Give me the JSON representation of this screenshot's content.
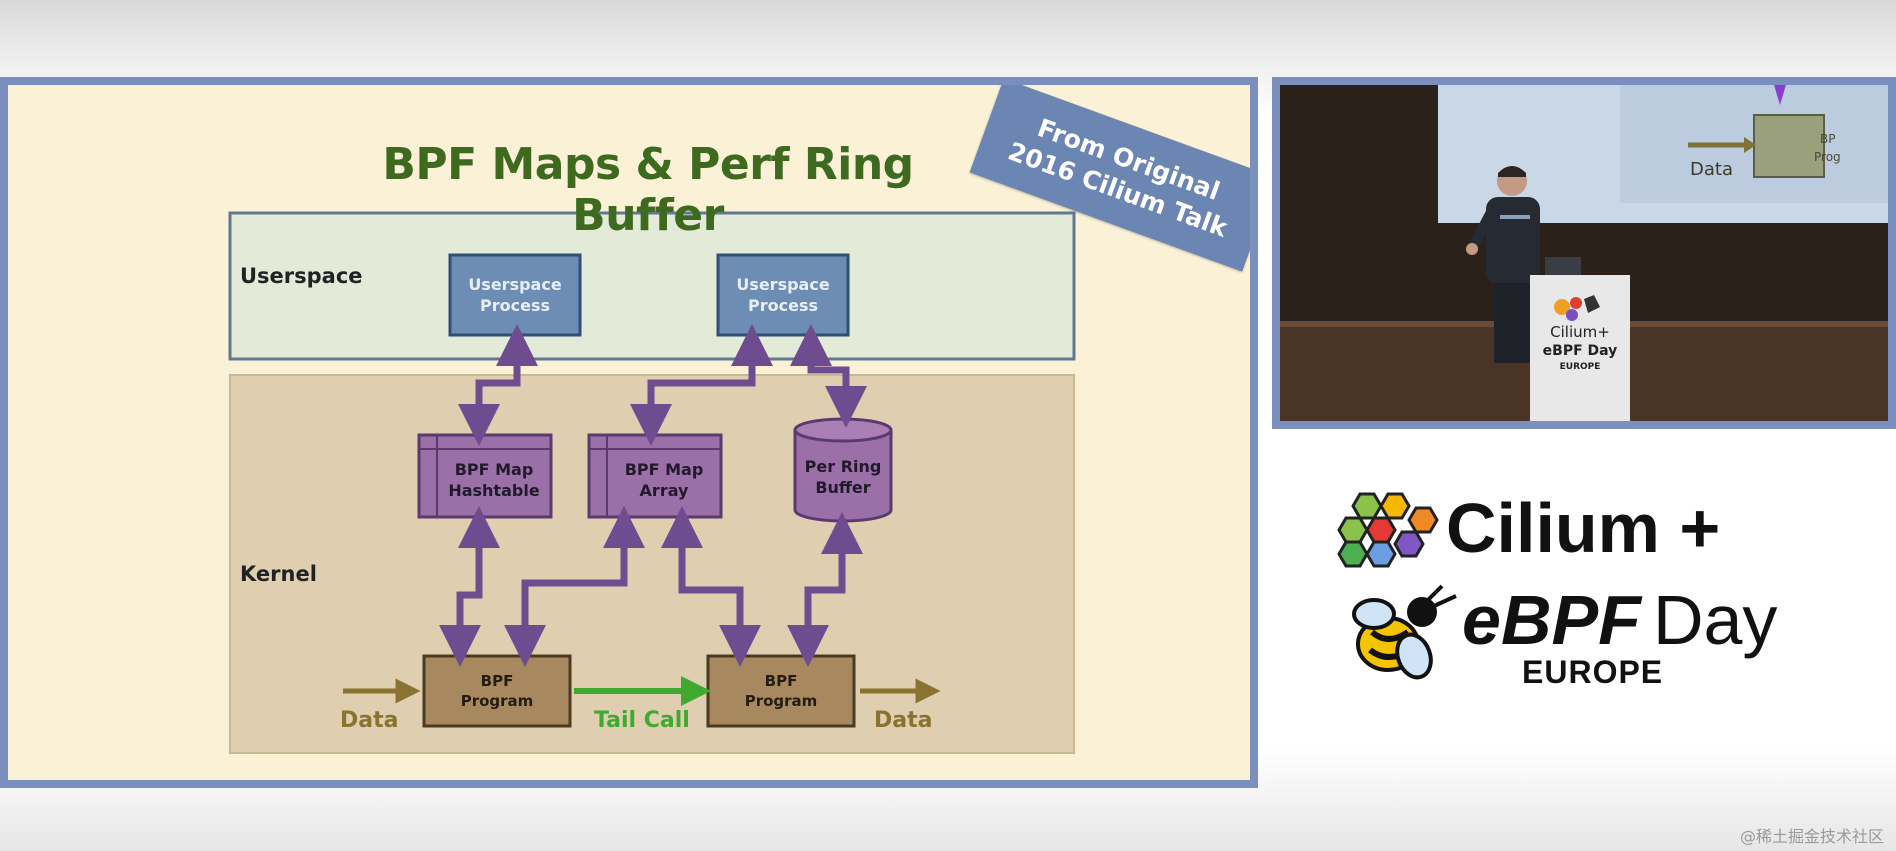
{
  "slide": {
    "title": "BPF Maps & Perf Ring Buffer",
    "ribbon_line1": "From Original",
    "ribbon_line2": "2016 Cilium Talk",
    "userspace_label": "Userspace",
    "kernel_label": "Kernel",
    "userspace_process_1": [
      "Userspace",
      "Process"
    ],
    "userspace_process_2": [
      "Userspace",
      "Process"
    ],
    "map_hashtable": [
      "BPF Map",
      "Hashtable"
    ],
    "map_array": [
      "BPF Map",
      "Array"
    ],
    "ring_buffer": [
      "Per Ring",
      "Buffer"
    ],
    "bpf_program_1": [
      "BPF",
      "Program"
    ],
    "bpf_program_2": [
      "BPF",
      "Program"
    ],
    "data_in_label": "Data",
    "tail_call_label": "Tail Call",
    "data_out_label": "Data"
  },
  "video": {
    "data_label": "Data",
    "podium_line1": "Cilium+",
    "podium_line2": "eBPF Day",
    "podium_line3": "EUROPE"
  },
  "event_logo": {
    "line1": "Cilium +",
    "line2_prefix": "e",
    "line2_bold": "BPF",
    "line2_suffix": "Day",
    "line3": "EUROPE"
  },
  "watermark": "@稀土掘金技术社区",
  "colors": {
    "slide_background": "#fbf1d7",
    "title_green": "#3d6a1f",
    "frame_blue": "#7b8fbf",
    "map_purple": "#9b6fa8",
    "arrow_purple": "#6f4b8f",
    "program_brown": "#a8895f",
    "data_gold": "#8a7230",
    "tail_call_green": "#3faa2f",
    "process_blue": "#5f7fa8",
    "logo_hex": [
      "#8bc34a",
      "#f5b800",
      "#f08a24",
      "#e53935",
      "#7e57c2",
      "#6a9fe0",
      "#4caf50"
    ]
  }
}
